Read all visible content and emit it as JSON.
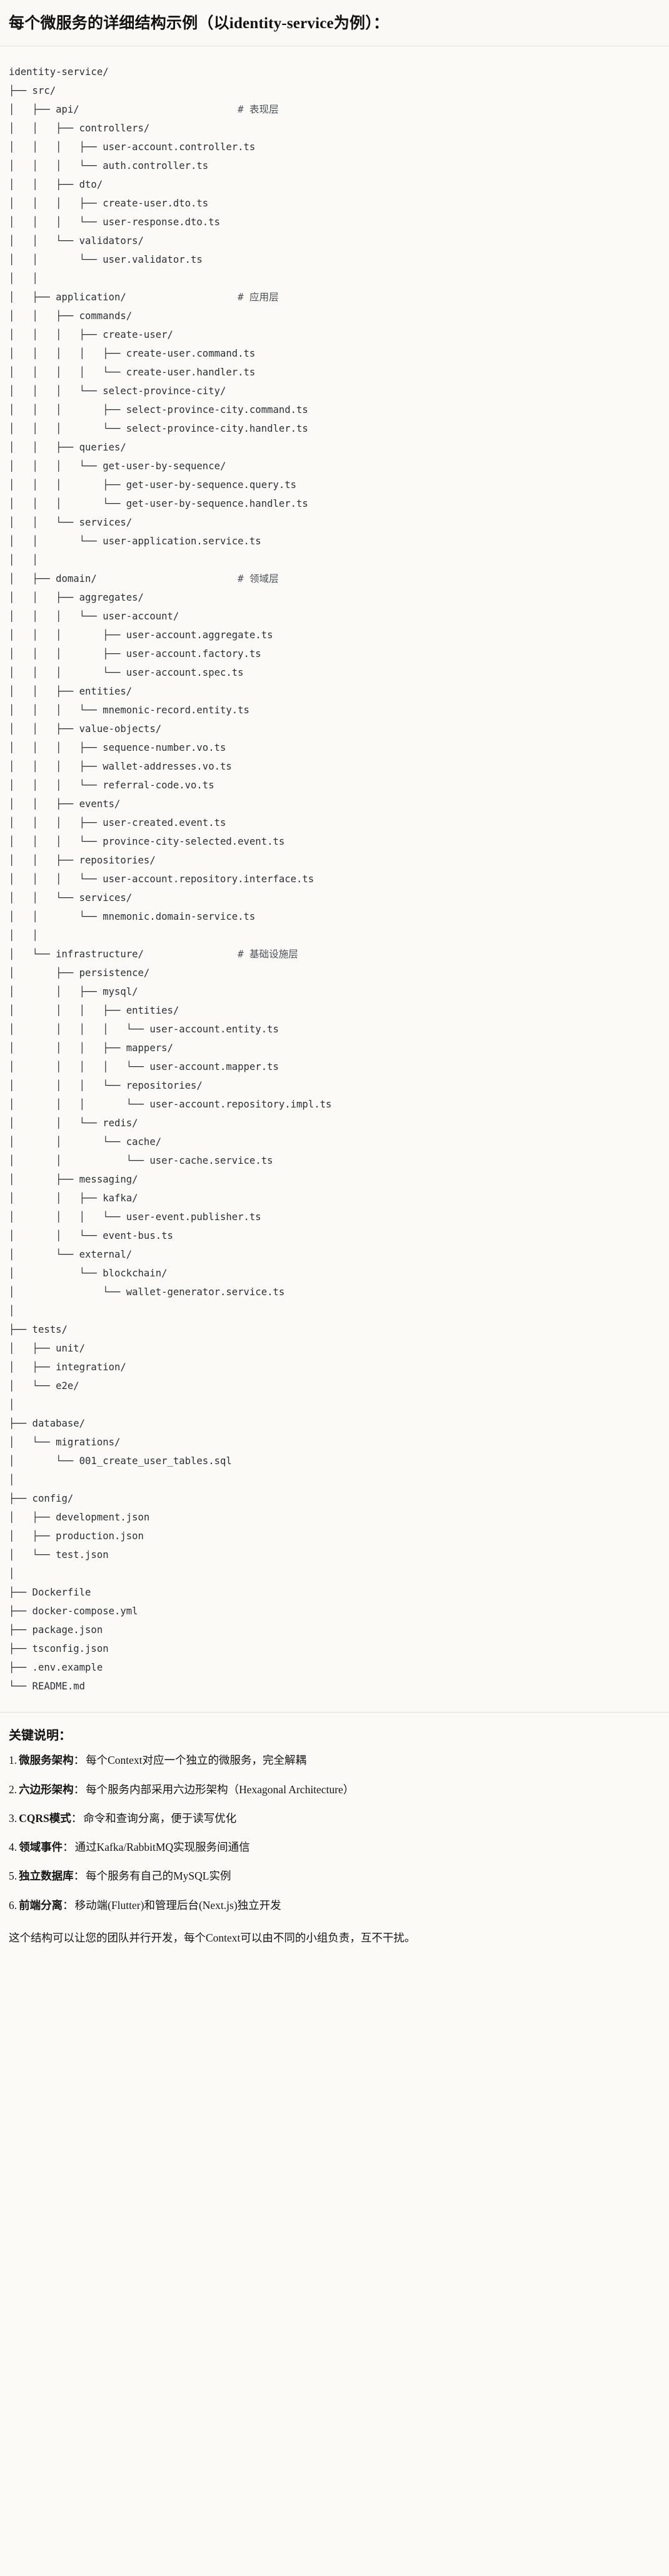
{
  "header": {
    "title": "每个微服务的详细结构示例（以identity-service为例）："
  },
  "tree": {
    "lines": [
      "identity-service/",
      "├── src/",
      "│   ├── api/                           # 表现层",
      "│   │   ├── controllers/",
      "│   │   │   ├── user-account.controller.ts",
      "│   │   │   └── auth.controller.ts",
      "│   │   ├── dto/",
      "│   │   │   ├── create-user.dto.ts",
      "│   │   │   └── user-response.dto.ts",
      "│   │   └── validators/",
      "│   │       └── user.validator.ts",
      "│   │",
      "│   ├── application/                   # 应用层",
      "│   │   ├── commands/",
      "│   │   │   ├── create-user/",
      "│   │   │   │   ├── create-user.command.ts",
      "│   │   │   │   └── create-user.handler.ts",
      "│   │   │   └── select-province-city/",
      "│   │   │       ├── select-province-city.command.ts",
      "│   │   │       └── select-province-city.handler.ts",
      "│   │   ├── queries/",
      "│   │   │   └── get-user-by-sequence/",
      "│   │   │       ├── get-user-by-sequence.query.ts",
      "│   │   │       └── get-user-by-sequence.handler.ts",
      "│   │   └── services/",
      "│   │       └── user-application.service.ts",
      "│   │",
      "│   ├── domain/                        # 领域层",
      "│   │   ├── aggregates/",
      "│   │   │   └── user-account/",
      "│   │   │       ├── user-account.aggregate.ts",
      "│   │   │       ├── user-account.factory.ts",
      "│   │   │       └── user-account.spec.ts",
      "│   │   ├── entities/",
      "│   │   │   └── mnemonic-record.entity.ts",
      "│   │   ├── value-objects/",
      "│   │   │   ├── sequence-number.vo.ts",
      "│   │   │   ├── wallet-addresses.vo.ts",
      "│   │   │   └── referral-code.vo.ts",
      "│   │   ├── events/",
      "│   │   │   ├── user-created.event.ts",
      "│   │   │   └── province-city-selected.event.ts",
      "│   │   ├── repositories/",
      "│   │   │   └── user-account.repository.interface.ts",
      "│   │   └── services/",
      "│   │       └── mnemonic.domain-service.ts",
      "│   │",
      "│   └── infrastructure/                # 基础设施层",
      "│       ├── persistence/",
      "│       │   ├── mysql/",
      "│       │   │   ├── entities/",
      "│       │   │   │   └── user-account.entity.ts",
      "│       │   │   ├── mappers/",
      "│       │   │   │   └── user-account.mapper.ts",
      "│       │   │   └── repositories/",
      "│       │   │       └── user-account.repository.impl.ts",
      "│       │   └── redis/",
      "│       │       └── cache/",
      "│       │           └── user-cache.service.ts",
      "│       ├── messaging/",
      "│       │   ├── kafka/",
      "│       │   │   └── user-event.publisher.ts",
      "│       │   └── event-bus.ts",
      "│       └── external/",
      "│           └── blockchain/",
      "│               └── wallet-generator.service.ts",
      "│",
      "├── tests/",
      "│   ├── unit/",
      "│   ├── integration/",
      "│   └── e2e/",
      "│",
      "├── database/",
      "│   └── migrations/",
      "│       └── 001_create_user_tables.sql",
      "│",
      "├── config/",
      "│   ├── development.json",
      "│   ├── production.json",
      "│   └── test.json",
      "│",
      "├── Dockerfile",
      "├── docker-compose.yml",
      "├── package.json",
      "├── tsconfig.json",
      "├── .env.example",
      "└── README.md"
    ]
  },
  "notes": {
    "heading": "关键说明：",
    "items": [
      {
        "num": "1.",
        "term": "微服务架构",
        "sep": "：",
        "desc": "每个Context对应一个独立的微服务，完全解耦"
      },
      {
        "num": "2.",
        "term": "六边形架构",
        "sep": "：",
        "desc": "每个服务内部采用六边形架构（Hexagonal Architecture）"
      },
      {
        "num": "3.",
        "term": "CQRS模式",
        "sep": "：",
        "desc": "命令和查询分离，便于读写优化"
      },
      {
        "num": "4.",
        "term": "领域事件",
        "sep": "：",
        "desc": "通过Kafka/RabbitMQ实现服务间通信"
      },
      {
        "num": "5.",
        "term": "独立数据库",
        "sep": "：",
        "desc": "每个服务有自己的MySQL实例"
      },
      {
        "num": "6.",
        "term": "前端分离",
        "sep": "：",
        "desc": "移动端(Flutter)和管理后台(Next.js)独立开发"
      }
    ],
    "closing": "这个结构可以让您的团队并行开发，每个Context可以由不同的小组负责，互不干扰。"
  }
}
